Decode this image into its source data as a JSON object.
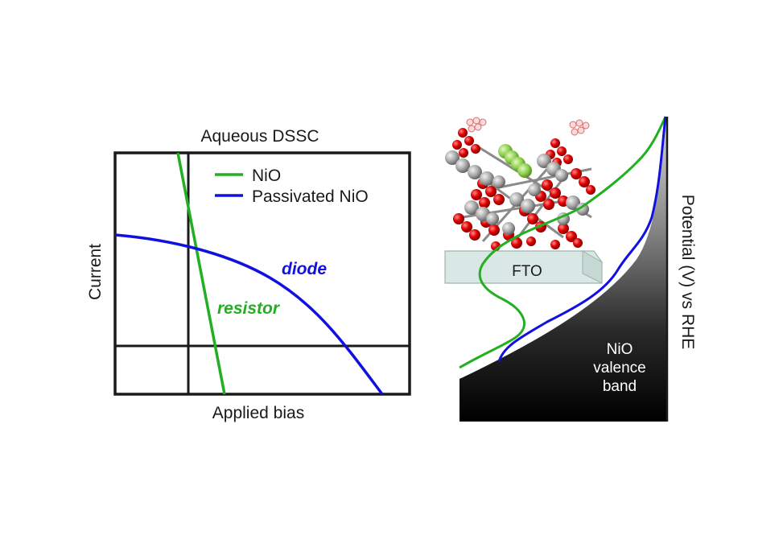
{
  "left_panel": {
    "title": "Aqueous DSSC",
    "xlabel": "Applied bias",
    "ylabel": "Current",
    "legend": [
      {
        "label": "NiO",
        "color": "#22b022"
      },
      {
        "label": "Passivated NiO",
        "color": "#1010e0"
      }
    ],
    "annotations": {
      "resistor": "resistor",
      "diode": "diode"
    }
  },
  "right_panel": {
    "substrate_label": "FTO",
    "band_label": [
      "NiO",
      "valence",
      "band"
    ],
    "axis_label": "Potential (V) vs RHE"
  },
  "colors": {
    "nio": "#22b022",
    "passivated": "#1010e0",
    "oxygen": "#e00000",
    "nickel": "#a8a8a8",
    "dopant": "#8fd14f",
    "substrate": "#d9e8e4"
  }
}
